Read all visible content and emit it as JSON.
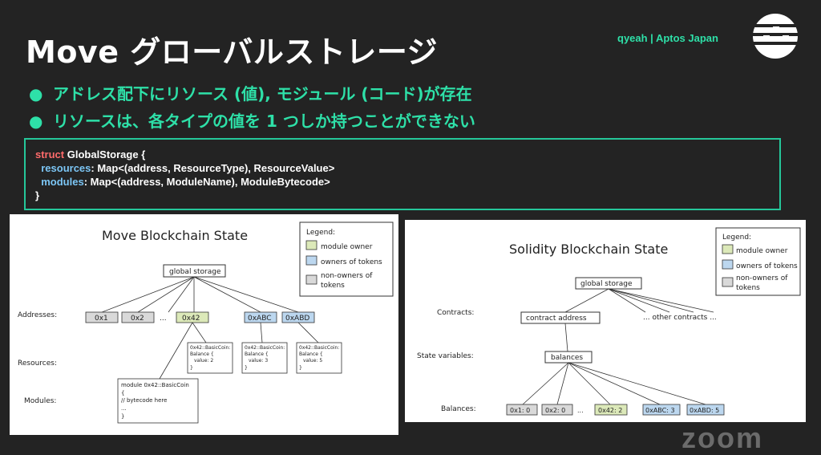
{
  "slide": {
    "title": "Move グローバルストレージ",
    "author": "qyeah | Aptos Japan",
    "bullets": [
      "アドレス配下にリソース (値), モジュール (コード)が存在",
      "リソースは、各タイプの値を 1 つしか持つことができない"
    ],
    "code": {
      "keyword": "struct",
      "struct_name": " GlobalStorage {",
      "line1_field": "resources",
      "line1_rest": ": Map<(address, ResourceType), ResourceValue>",
      "line2_field": "modules",
      "line2_rest": ": Map<(address, ModuleName), ModuleBytecode>",
      "close": "}"
    }
  },
  "move_diagram": {
    "title": "Move Blockchain State",
    "root": "global storage",
    "row_labels": {
      "addresses": "Addresses:",
      "resources": "Resources:",
      "modules": "Modules:"
    },
    "addresses": [
      "0x1",
      "0x2",
      "...",
      "0x42",
      "0xABC",
      "0xABD"
    ],
    "resources": [
      {
        "lines": [
          "0x42::BasicCoin:",
          "Balance {",
          "value: 2",
          "}"
        ]
      },
      {
        "lines": [
          "0x42::BasicCoin:",
          "Balance {",
          "value: 3",
          "}"
        ]
      },
      {
        "lines": [
          "0x42::BasicCoin:",
          "Balance {",
          "value: 5",
          "}"
        ]
      }
    ],
    "module_lines": [
      "module 0x42::BasicCoin",
      "{",
      "// bytecode here",
      "...",
      "}"
    ],
    "legend": {
      "title": "Legend:",
      "items": [
        "module owner",
        "owners of tokens",
        "non-owners of",
        "tokens"
      ]
    }
  },
  "solidity_diagram": {
    "title": "Solidity Blockchain State",
    "root": "global storage",
    "row_labels": {
      "contracts": "Contracts:",
      "state_variables": "State variables:",
      "balances": "Balances:"
    },
    "contract": "contract address",
    "other_contracts": "... other contracts ...",
    "state_var": "balances",
    "balances": [
      "0x1: 0",
      "0x2: 0",
      "...",
      "0x42: 2",
      "0xABC: 3",
      "0xABD: 5"
    ],
    "legend": {
      "title": "Legend:",
      "items": [
        "module owner",
        "owners of tokens",
        "non-owners of",
        "tokens"
      ]
    }
  },
  "footer": {
    "watermark": "zoom"
  },
  "colors": {
    "accent": "#2ee0a8",
    "module_owner": "#dce9b9",
    "token_owner": "#bcd7ef",
    "non_owner": "#d9d9d9"
  }
}
